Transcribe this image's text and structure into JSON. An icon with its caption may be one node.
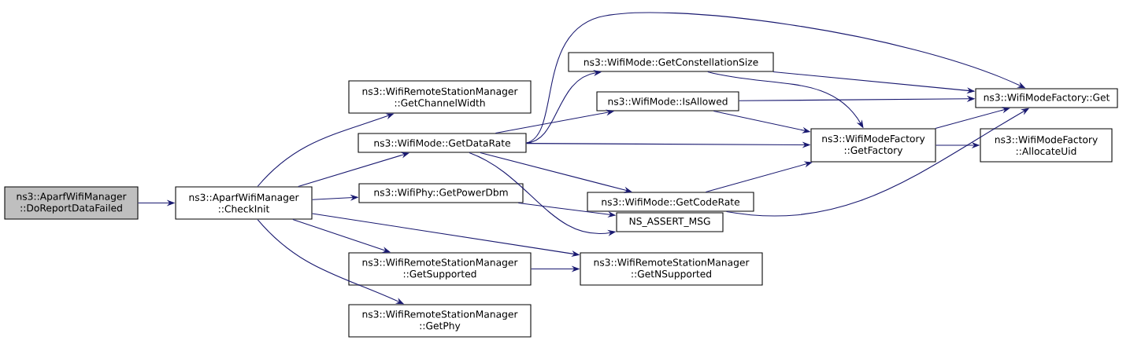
{
  "diagram": {
    "nodes": [
      {
        "text": [
          "ns3::AparfWifiManager ::DoReportDataFailed"
        ]
      },
      {
        "text": [
          "ns3::AparfWifiManager ::CheckInit"
        ]
      },
      {
        "text": [
          "ns3::WifiRemoteStationManager ::GetChannelWidth"
        ]
      },
      {
        "text": [
          "ns3::WifiMode::GetDataRate"
        ]
      },
      {
        "text": [
          "ns3::WifiPhy::GetPowerDbm"
        ]
      },
      {
        "text": [
          "ns3::WifiRemoteStationManager ::GetSupported"
        ]
      },
      {
        "text": [
          "ns3::WifiRemoteStationManager ::GetPhy"
        ]
      },
      {
        "text": [
          "ns3::WifiMode::GetConstellationSize"
        ]
      },
      {
        "text": [
          "ns3::WifiMode::IsAllowed"
        ]
      },
      {
        "text": [
          "ns3::WifiMode::GetCodeRate"
        ]
      },
      {
        "text": [
          "NS_ASSERT_MSG"
        ]
      },
      {
        "text": [
          "ns3::WifiRemoteStationManager ::GetNSupported"
        ]
      },
      {
        "text": [
          "ns3::WifiModeFactory ::GetFactory"
        ]
      },
      {
        "text": [
          "ns3::WifiModeFactory::Get"
        ]
      },
      {
        "text": [
          "ns3::WifiModeFactory ::AllocateUid"
        ]
      }
    ],
    "edges": [
      {
        "from": 0,
        "to": 1,
        "arrow": "to"
      },
      {
        "from": 1,
        "to": 2,
        "arrow": "to"
      },
      {
        "from": 1,
        "to": 3,
        "arrow": "to"
      },
      {
        "from": 1,
        "to": 4,
        "arrow": "to"
      },
      {
        "from": 1,
        "to": 11,
        "arrow": "to"
      },
      {
        "from": 1,
        "to": 5,
        "arrow": "to"
      },
      {
        "from": 1,
        "to": 6,
        "arrow": "to"
      },
      {
        "from": 3,
        "to": 7,
        "arrow": "to"
      },
      {
        "from": 3,
        "to": 13,
        "arrow": "to"
      },
      {
        "from": 3,
        "to": 8,
        "arrow": "to"
      },
      {
        "from": 3,
        "to": 12,
        "arrow": "to"
      },
      {
        "from": 3,
        "to": 9,
        "arrow": "to"
      },
      {
        "from": 3,
        "to": 10,
        "arrow": "to"
      },
      {
        "from": 4,
        "to": 10,
        "arrow": "to"
      },
      {
        "from": 5,
        "to": 11,
        "arrow": "to"
      },
      {
        "from": 7,
        "to": 13,
        "arrow": "to"
      },
      {
        "from": 7,
        "to": 12,
        "arrow": "to"
      },
      {
        "from": 8,
        "to": 13,
        "arrow": "to"
      },
      {
        "from": 8,
        "to": 12,
        "arrow": "to"
      },
      {
        "from": 9,
        "to": 12,
        "arrow": "to"
      },
      {
        "from": 9,
        "to": 13,
        "arrow": "to"
      },
      {
        "from": 12,
        "to": 13,
        "arrow": "to"
      },
      {
        "from": 12,
        "to": 14,
        "arrow": "to"
      }
    ]
  }
}
